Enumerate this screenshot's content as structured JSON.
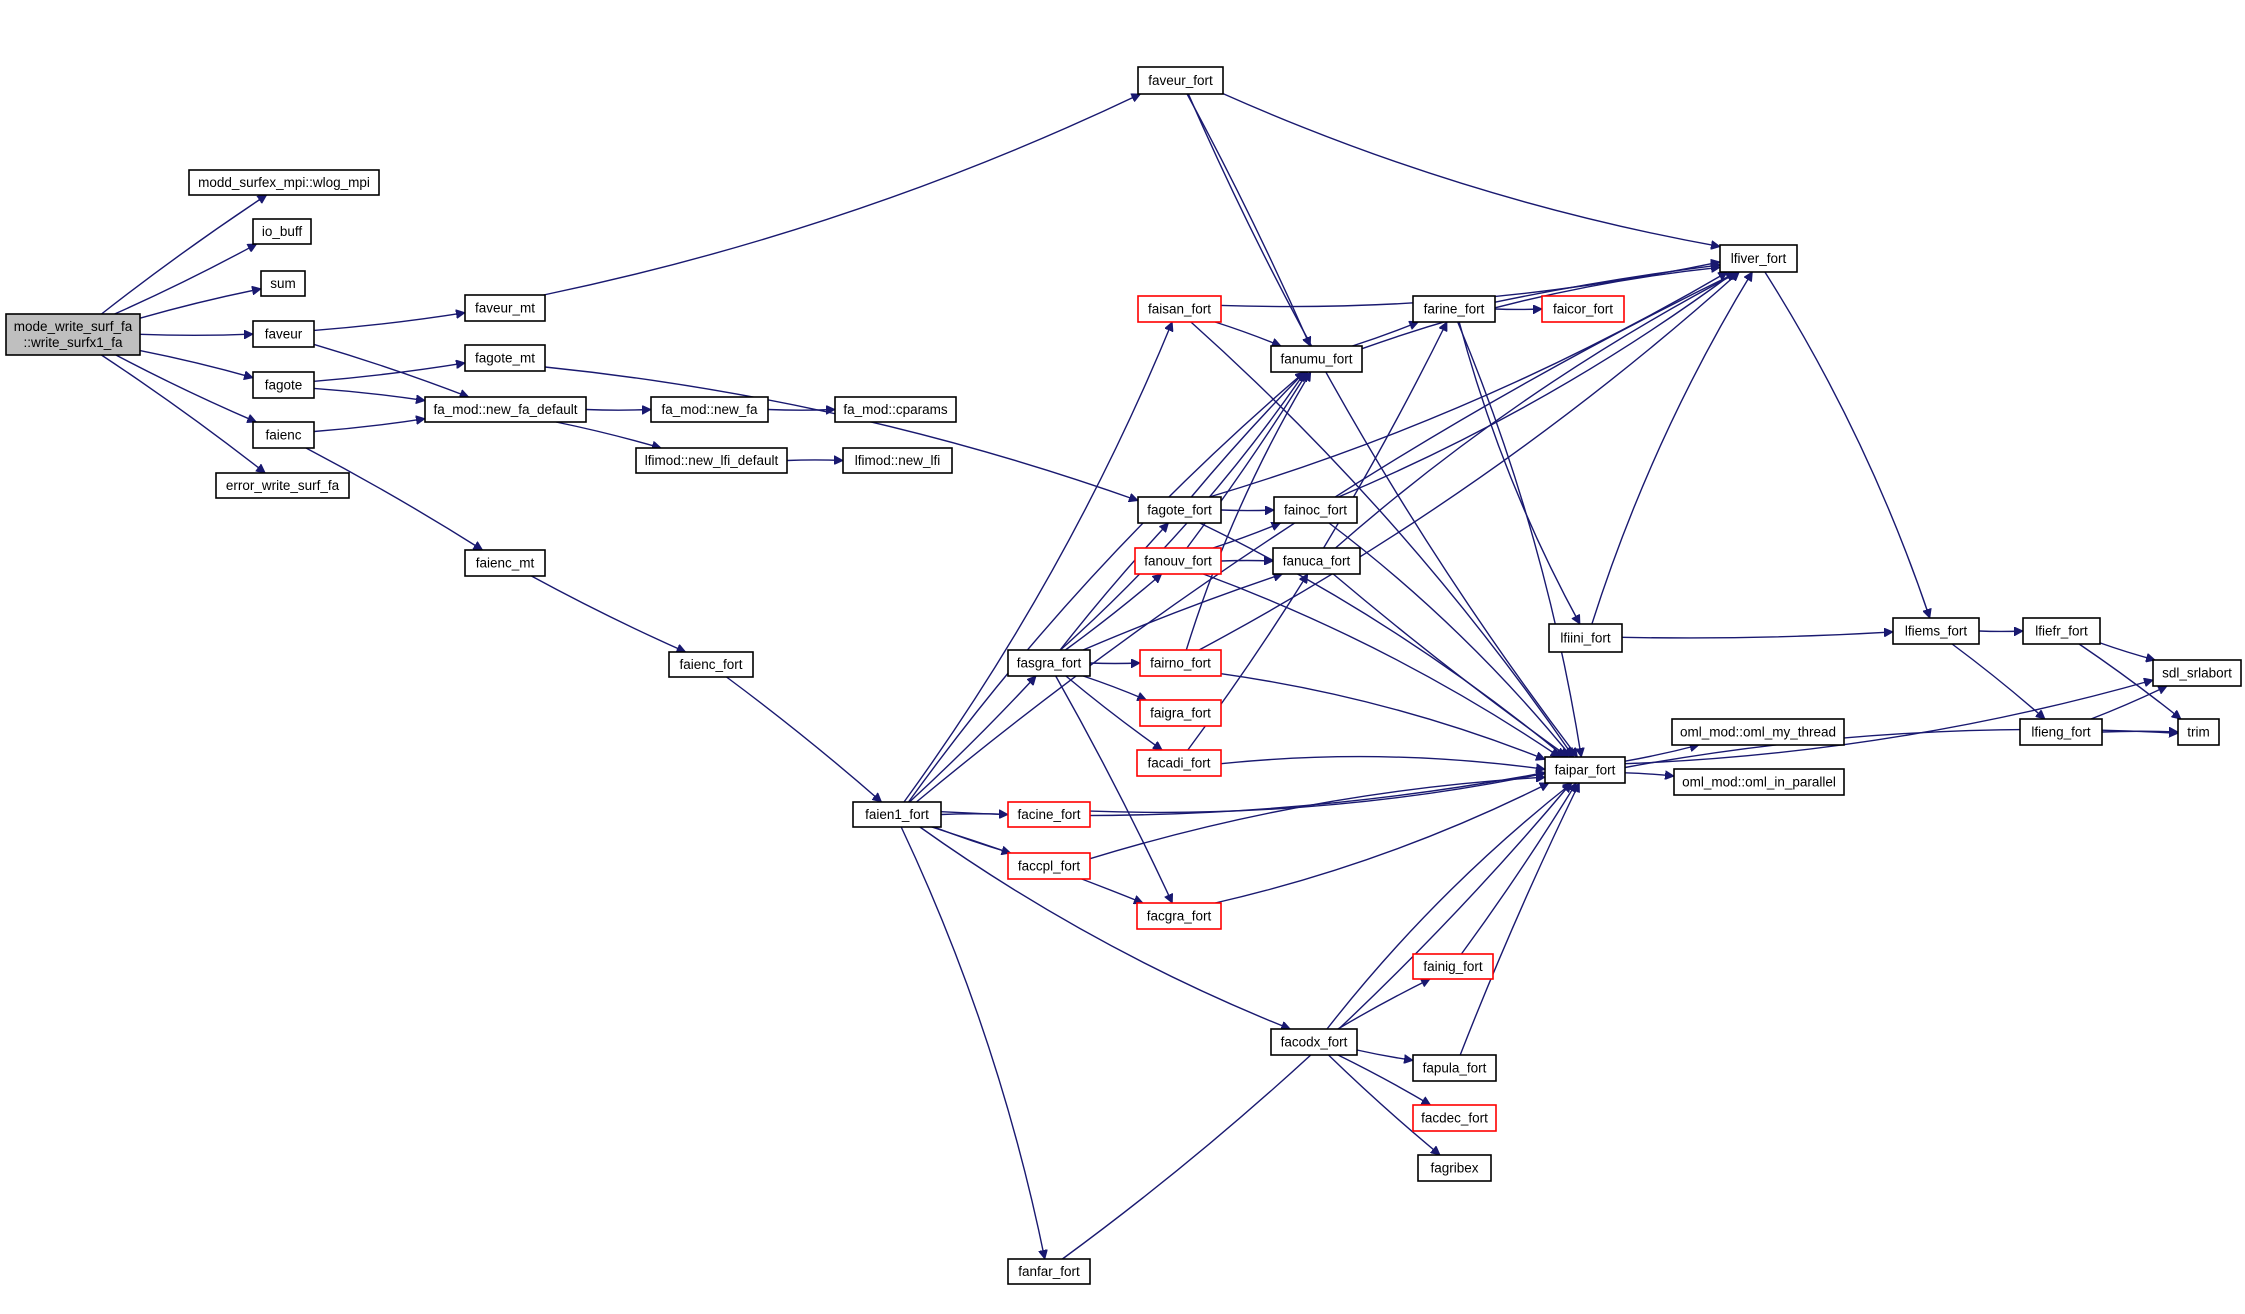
{
  "diagram": {
    "type": "call-graph",
    "edge_color": "#191970",
    "node_fill": "#ffffff",
    "root_fill": "#bfbfbf",
    "truncated_border_color": "#ff0000",
    "normal_border_color": "#000000",
    "nodes": [
      {
        "id": "root",
        "label": [
          "mode_write_surf_fa",
          "::write_surfx1_fa"
        ],
        "style": "root"
      },
      {
        "id": "wlog_mpi",
        "label": [
          "modd_surfex_mpi::wlog_mpi"
        ],
        "style": "normal"
      },
      {
        "id": "io_buff",
        "label": [
          "io_buff"
        ],
        "style": "normal"
      },
      {
        "id": "sum",
        "label": [
          "sum"
        ],
        "style": "normal"
      },
      {
        "id": "faveur",
        "label": [
          "faveur"
        ],
        "style": "normal"
      },
      {
        "id": "fagote",
        "label": [
          "fagote"
        ],
        "style": "normal"
      },
      {
        "id": "faienc",
        "label": [
          "faienc"
        ],
        "style": "normal"
      },
      {
        "id": "error_write",
        "label": [
          "error_write_surf_fa"
        ],
        "style": "normal"
      },
      {
        "id": "faveur_mt",
        "label": [
          "faveur_mt"
        ],
        "style": "normal"
      },
      {
        "id": "fagote_mt",
        "label": [
          "fagote_mt"
        ],
        "style": "normal"
      },
      {
        "id": "new_fa_default",
        "label": [
          "fa_mod::new_fa_default"
        ],
        "style": "normal"
      },
      {
        "id": "new_fa",
        "label": [
          "fa_mod::new_fa"
        ],
        "style": "normal"
      },
      {
        "id": "cparams",
        "label": [
          "fa_mod::cparams"
        ],
        "style": "normal"
      },
      {
        "id": "new_lfi_default",
        "label": [
          "lfimod::new_lfi_default"
        ],
        "style": "normal"
      },
      {
        "id": "new_lfi",
        "label": [
          "lfimod::new_lfi"
        ],
        "style": "normal"
      },
      {
        "id": "faienc_mt",
        "label": [
          "faienc_mt"
        ],
        "style": "normal"
      },
      {
        "id": "faienc_fort",
        "label": [
          "faienc_fort"
        ],
        "style": "normal"
      },
      {
        "id": "faien1_fort",
        "label": [
          "faien1_fort"
        ],
        "style": "normal"
      },
      {
        "id": "faveur_fort",
        "label": [
          "faveur_fort"
        ],
        "style": "normal"
      },
      {
        "id": "faisan_fort",
        "label": [
          "faisan_fort"
        ],
        "style": "red"
      },
      {
        "id": "fanumu_fort",
        "label": [
          "fanumu_fort"
        ],
        "style": "normal"
      },
      {
        "id": "farine_fort",
        "label": [
          "farine_fort"
        ],
        "style": "normal"
      },
      {
        "id": "faicor_fort",
        "label": [
          "faicor_fort"
        ],
        "style": "red"
      },
      {
        "id": "lfiver_fort",
        "label": [
          "lfiver_fort"
        ],
        "style": "normal"
      },
      {
        "id": "fagote_fort",
        "label": [
          "fagote_fort"
        ],
        "style": "normal"
      },
      {
        "id": "fainoc_fort",
        "label": [
          "fainoc_fort"
        ],
        "style": "normal"
      },
      {
        "id": "fanouv_fort",
        "label": [
          "fanouv_fort"
        ],
        "style": "red"
      },
      {
        "id": "fanuca_fort",
        "label": [
          "fanuca_fort"
        ],
        "style": "normal"
      },
      {
        "id": "fasgra_fort",
        "label": [
          "fasgra_fort"
        ],
        "style": "normal"
      },
      {
        "id": "fairno_fort",
        "label": [
          "fairno_fort"
        ],
        "style": "red"
      },
      {
        "id": "faigra_fort",
        "label": [
          "faigra_fort"
        ],
        "style": "red"
      },
      {
        "id": "facadi_fort",
        "label": [
          "facadi_fort"
        ],
        "style": "red"
      },
      {
        "id": "facine_fort",
        "label": [
          "facine_fort"
        ],
        "style": "red"
      },
      {
        "id": "faccpl_fort",
        "label": [
          "faccpl_fort"
        ],
        "style": "red"
      },
      {
        "id": "facgra_fort",
        "label": [
          "facgra_fort"
        ],
        "style": "red"
      },
      {
        "id": "fainig_fort",
        "label": [
          "fainig_fort"
        ],
        "style": "red"
      },
      {
        "id": "facodx_fort",
        "label": [
          "facodx_fort"
        ],
        "style": "normal"
      },
      {
        "id": "fapula_fort",
        "label": [
          "fapula_fort"
        ],
        "style": "normal"
      },
      {
        "id": "facdec_fort",
        "label": [
          "facdec_fort"
        ],
        "style": "red"
      },
      {
        "id": "fagribex",
        "label": [
          "fagribex"
        ],
        "style": "normal"
      },
      {
        "id": "fanfar_fort",
        "label": [
          "fanfar_fort"
        ],
        "style": "normal"
      },
      {
        "id": "lfiini_fort",
        "label": [
          "lfiini_fort"
        ],
        "style": "normal"
      },
      {
        "id": "faipar_fort",
        "label": [
          "faipar_fort"
        ],
        "style": "normal"
      },
      {
        "id": "oml_my_thread",
        "label": [
          "oml_mod::oml_my_thread"
        ],
        "style": "normal"
      },
      {
        "id": "oml_in_parallel",
        "label": [
          "oml_mod::oml_in_parallel"
        ],
        "style": "normal"
      },
      {
        "id": "lfiems_fort",
        "label": [
          "lfiems_fort"
        ],
        "style": "normal"
      },
      {
        "id": "lfiefr_fort",
        "label": [
          "lfiefr_fort"
        ],
        "style": "normal"
      },
      {
        "id": "lfieng_fort",
        "label": [
          "lfieng_fort"
        ],
        "style": "normal"
      },
      {
        "id": "sdl_srlabort",
        "label": [
          "sdl_srlabort"
        ],
        "style": "normal"
      },
      {
        "id": "trim",
        "label": [
          "trim"
        ],
        "style": "normal"
      }
    ],
    "edges": [
      [
        "root",
        "wlog_mpi"
      ],
      [
        "root",
        "io_buff"
      ],
      [
        "root",
        "sum"
      ],
      [
        "root",
        "faveur"
      ],
      [
        "root",
        "fagote"
      ],
      [
        "root",
        "faienc"
      ],
      [
        "root",
        "error_write"
      ],
      [
        "faveur",
        "faveur_mt"
      ],
      [
        "faveur",
        "new_fa_default"
      ],
      [
        "fagote",
        "fagote_mt"
      ],
      [
        "fagote",
        "new_fa_default"
      ],
      [
        "faienc",
        "new_fa_default"
      ],
      [
        "faienc",
        "faienc_mt"
      ],
      [
        "faveur_mt",
        "faveur_fort"
      ],
      [
        "fagote_mt",
        "fagote_fort"
      ],
      [
        "new_fa_default",
        "new_fa"
      ],
      [
        "new_fa_default",
        "new_lfi_default"
      ],
      [
        "new_fa",
        "cparams"
      ],
      [
        "new_lfi_default",
        "new_lfi"
      ],
      [
        "faienc_mt",
        "faienc_fort"
      ],
      [
        "faienc_fort",
        "faien1_fort"
      ],
      [
        "faien1_fort",
        "faisan_fort"
      ],
      [
        "faien1_fort",
        "fanumu_fort"
      ],
      [
        "faien1_fort",
        "fasgra_fort"
      ],
      [
        "faien1_fort",
        "facine_fort"
      ],
      [
        "faien1_fort",
        "faccpl_fort"
      ],
      [
        "faien1_fort",
        "facgra_fort"
      ],
      [
        "faien1_fort",
        "facodx_fort"
      ],
      [
        "faien1_fort",
        "fanfar_fort"
      ],
      [
        "faien1_fort",
        "faipar_fort"
      ],
      [
        "faien1_fort",
        "lfiver_fort"
      ],
      [
        "faveur_fort",
        "lfiver_fort"
      ],
      [
        "faveur_fort",
        "fanumu_fort"
      ],
      [
        "faveur_fort",
        "faipar_fort"
      ],
      [
        "faisan_fort",
        "fanumu_fort"
      ],
      [
        "faisan_fort",
        "lfiver_fort"
      ],
      [
        "faisan_fort",
        "faipar_fort"
      ],
      [
        "fanumu_fort",
        "farine_fort"
      ],
      [
        "fanumu_fort",
        "lfiver_fort"
      ],
      [
        "farine_fort",
        "faicor_fort"
      ],
      [
        "farine_fort",
        "lfiver_fort"
      ],
      [
        "farine_fort",
        "lfiini_fort"
      ],
      [
        "farine_fort",
        "faipar_fort"
      ],
      [
        "fagote_fort",
        "fainoc_fort"
      ],
      [
        "fagote_fort",
        "fanumu_fort"
      ],
      [
        "fagote_fort",
        "lfiver_fort"
      ],
      [
        "fagote_fort",
        "faipar_fort"
      ],
      [
        "fainoc_fort",
        "lfiver_fort"
      ],
      [
        "fainoc_fort",
        "faipar_fort"
      ],
      [
        "fanouv_fort",
        "fainoc_fort"
      ],
      [
        "fanouv_fort",
        "fanuca_fort"
      ],
      [
        "fanouv_fort",
        "fanumu_fort"
      ],
      [
        "fanouv_fort",
        "faipar_fort"
      ],
      [
        "fanuca_fort",
        "farine_fort"
      ],
      [
        "fanuca_fort",
        "lfiver_fort"
      ],
      [
        "fanuca_fort",
        "faipar_fort"
      ],
      [
        "fasgra_fort",
        "fagote_fort"
      ],
      [
        "fasgra_fort",
        "fanouv_fort"
      ],
      [
        "fasgra_fort",
        "fanuca_fort"
      ],
      [
        "fasgra_fort",
        "fairno_fort"
      ],
      [
        "fasgra_fort",
        "faigra_fort"
      ],
      [
        "fasgra_fort",
        "facadi_fort"
      ],
      [
        "fasgra_fort",
        "facgra_fort"
      ],
      [
        "fasgra_fort",
        "fanumu_fort"
      ],
      [
        "fairno_fort",
        "fanumu_fort"
      ],
      [
        "fairno_fort",
        "lfiver_fort"
      ],
      [
        "fairno_fort",
        "faipar_fort"
      ],
      [
        "facadi_fort",
        "fanuca_fort"
      ],
      [
        "facadi_fort",
        "faipar_fort"
      ],
      [
        "facine_fort",
        "faipar_fort"
      ],
      [
        "faccpl_fort",
        "faipar_fort"
      ],
      [
        "facgra_fort",
        "faipar_fort"
      ],
      [
        "facodx_fort",
        "fainig_fort"
      ],
      [
        "facodx_fort",
        "fapula_fort"
      ],
      [
        "facodx_fort",
        "facdec_fort"
      ],
      [
        "facodx_fort",
        "fagribex"
      ],
      [
        "facodx_fort",
        "faipar_fort"
      ],
      [
        "fainig_fort",
        "faipar_fort"
      ],
      [
        "fapula_fort",
        "faipar_fort"
      ],
      [
        "fanfar_fort",
        "faipar_fort"
      ],
      [
        "lfiini_fort",
        "lfiver_fort"
      ],
      [
        "lfiini_fort",
        "lfiems_fort"
      ],
      [
        "lfiver_fort",
        "lfiems_fort"
      ],
      [
        "faipar_fort",
        "oml_my_thread"
      ],
      [
        "faipar_fort",
        "oml_in_parallel"
      ],
      [
        "faipar_fort",
        "sdl_srlabort"
      ],
      [
        "faipar_fort",
        "trim"
      ],
      [
        "lfiems_fort",
        "lfiefr_fort"
      ],
      [
        "lfiems_fort",
        "lfieng_fort"
      ],
      [
        "lfiefr_fort",
        "sdl_srlabort"
      ],
      [
        "lfiefr_fort",
        "trim"
      ],
      [
        "lfieng_fort",
        "sdl_srlabort"
      ],
      [
        "lfieng_fort",
        "trim"
      ]
    ]
  }
}
